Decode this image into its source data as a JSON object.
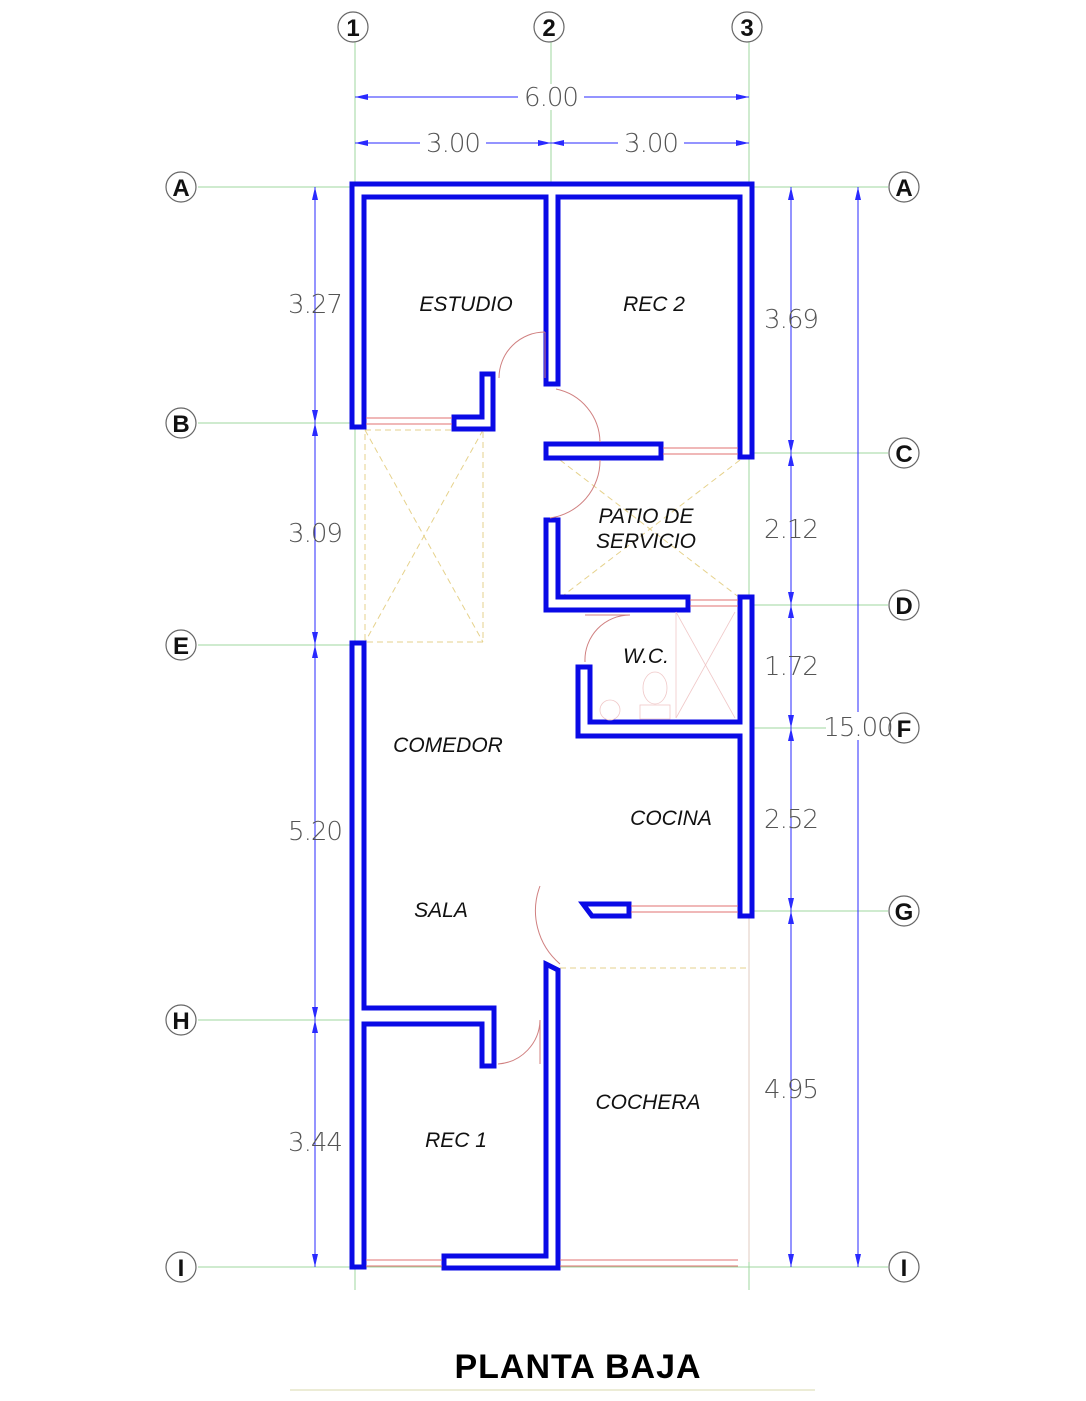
{
  "title": "PLANTA BAJA",
  "grid": {
    "columns": [
      "1",
      "2",
      "3"
    ],
    "rows_left": [
      "A",
      "B",
      "E",
      "H",
      "I"
    ],
    "rows_right": [
      "A",
      "C",
      "D",
      "F",
      "G",
      "I"
    ]
  },
  "dimensions": {
    "total_width": "6.00",
    "width_left": "3.00",
    "width_right": "3.00",
    "left": [
      "3.27",
      "3.09",
      "5.20",
      "3.44"
    ],
    "right": [
      "3.69",
      "2.12",
      "1.72",
      "2.52",
      "4.95"
    ],
    "total_height": "15.00"
  },
  "rooms": {
    "estudio": "ESTUDIO",
    "rec2": "REC 2",
    "patio_line1": "PATIO DE",
    "patio_line2": "SERVICIO",
    "wc": "W.C.",
    "comedor": "COMEDOR",
    "cocina": "COCINA",
    "sala": "SALA",
    "cochera": "COCHERA",
    "rec1": "REC 1"
  },
  "colors": {
    "wall": "#0a0ae6",
    "grid": "#9fd79f",
    "dimension": "#2a2aff"
  }
}
